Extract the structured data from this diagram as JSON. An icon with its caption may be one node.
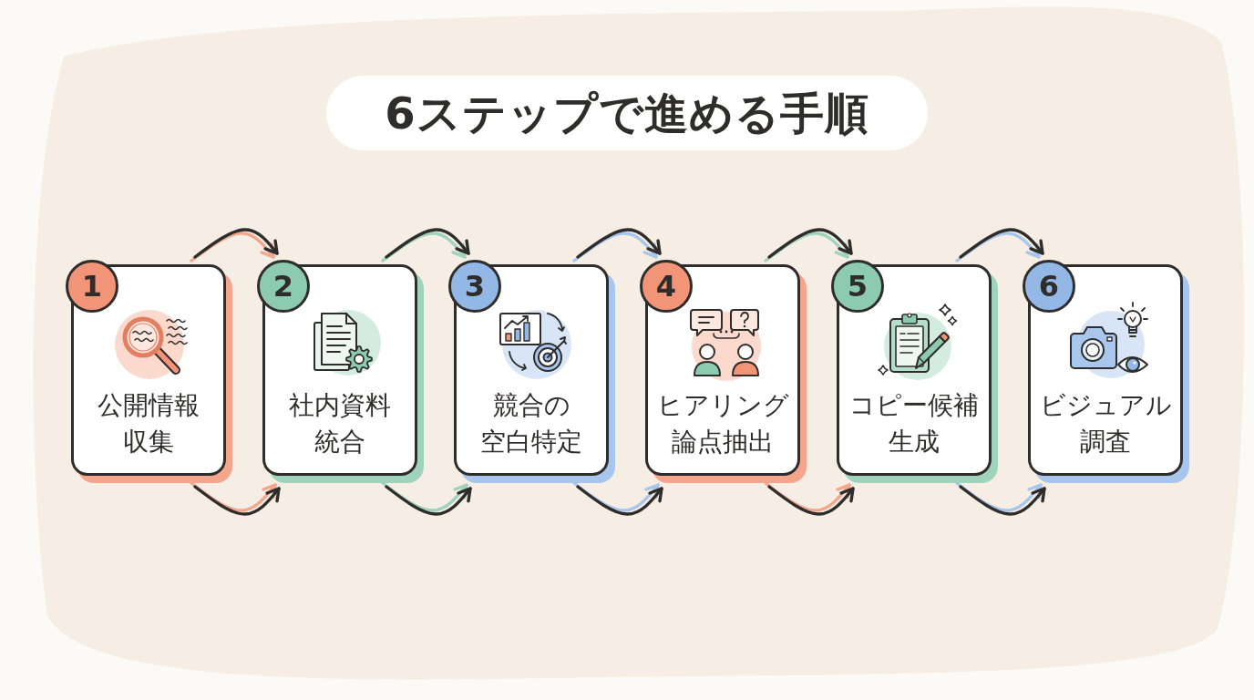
{
  "diagram": {
    "title": "6ステップで進める手順",
    "nodes": [
      {
        "text": [
          "1",
          "公開情報収集"
        ]
      },
      {
        "text": [
          "2",
          "社内資料統合"
        ]
      },
      {
        "text": [
          "3",
          "競合の空白特定"
        ]
      },
      {
        "text": [
          "4",
          "ヒアリング論点抽出"
        ]
      },
      {
        "text": [
          "5",
          "コピー候補生成"
        ]
      },
      {
        "text": [
          "6",
          "ビジュアル調査"
        ]
      }
    ],
    "edges": [
      {
        "from": 0,
        "to": 1,
        "arrow": "to"
      },
      {
        "from": 0,
        "to": 1,
        "arrow": "to"
      },
      {
        "from": 1,
        "to": 2,
        "arrow": "to"
      },
      {
        "from": 1,
        "to": 2,
        "arrow": "to"
      },
      {
        "from": 2,
        "to": 3,
        "arrow": "to"
      },
      {
        "from": 2,
        "to": 3,
        "arrow": "to"
      },
      {
        "from": 3,
        "to": 4,
        "arrow": "to"
      },
      {
        "from": 3,
        "to": 4,
        "arrow": "to"
      },
      {
        "from": 4,
        "to": 5,
        "arrow": "to"
      },
      {
        "from": 4,
        "to": 5,
        "arrow": "to"
      }
    ]
  }
}
